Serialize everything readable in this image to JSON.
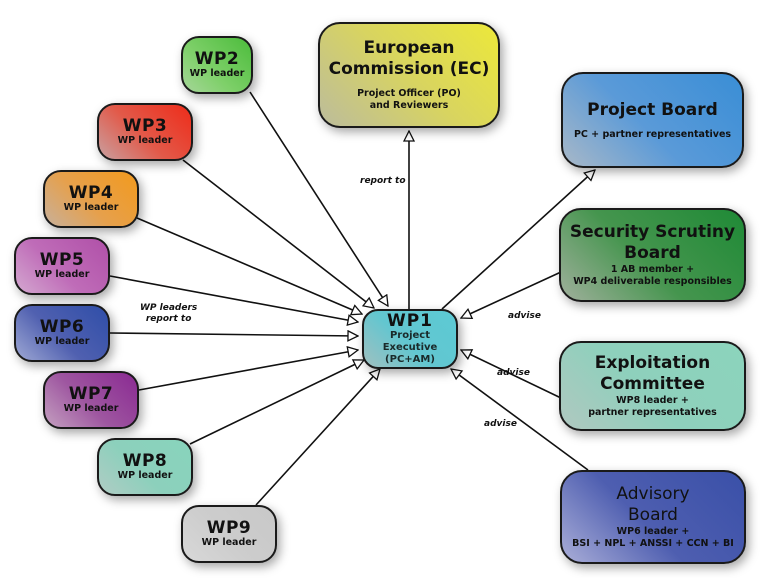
{
  "diagram": {
    "center": {
      "title": "WP1",
      "subtitle_lines": [
        "Project",
        "Executive",
        "(PC+AM)"
      ],
      "color": "#5ccad4"
    },
    "work_packages": [
      {
        "id": "wp2",
        "title": "WP2",
        "subtitle": "WP leader",
        "color": "#4cbc3c"
      },
      {
        "id": "wp3",
        "title": "WP3",
        "subtitle": "WP leader",
        "color": "#ee2c1a"
      },
      {
        "id": "wp4",
        "title": "WP4",
        "subtitle": "WP leader",
        "color": "#f29a1e"
      },
      {
        "id": "wp5",
        "title": "WP5",
        "subtitle": "WP leader",
        "color": "#b050a8"
      },
      {
        "id": "wp6",
        "title": "WP6",
        "subtitle": "WP leader",
        "color": "#2f4ea8"
      },
      {
        "id": "wp7",
        "title": "WP7",
        "subtitle": "WP leader",
        "color": "#8a2a92"
      },
      {
        "id": "wp8",
        "title": "WP8",
        "subtitle": "WP leader",
        "color": "#88d4bc"
      },
      {
        "id": "wp9",
        "title": "WP9",
        "subtitle": "WP leader",
        "color": "#c8c8c8"
      }
    ],
    "bodies": [
      {
        "id": "ec",
        "title_lines": [
          "European",
          "Commission (EC)"
        ],
        "subtitle_lines": [
          "Project Officer (PO)",
          "and Reviewers"
        ],
        "color": "#ece83a"
      },
      {
        "id": "pb",
        "title_lines": [
          "Project Board"
        ],
        "subtitle_lines": [
          "PC + partner representatives"
        ],
        "color": "#3a8ed6"
      },
      {
        "id": "ssb",
        "title_lines": [
          "Security Scrutiny",
          "Board"
        ],
        "subtitle_lines": [
          "1 AB member +",
          "WP4 deliverable responsibles"
        ],
        "color": "#1f8a36"
      },
      {
        "id": "exp",
        "title_lines": [
          "Exploitation",
          "Committee"
        ],
        "subtitle_lines": [
          "WP8 leader +",
          "partner representatives"
        ],
        "color": "#8cd4bc"
      },
      {
        "id": "adv",
        "title_lines": [
          "Advisory",
          "Board"
        ],
        "subtitle_lines": [
          "WP6 leader +",
          "BSI + NPL + ANSSI + CCN + BI"
        ],
        "color": "#3a50a8"
      }
    ],
    "edge_labels": {
      "wp_report": [
        "WP leaders",
        "report to"
      ],
      "ec_report": "report to",
      "advise_ssb": "advise",
      "advise_exp": "advise",
      "advise_adv": "advise"
    }
  }
}
